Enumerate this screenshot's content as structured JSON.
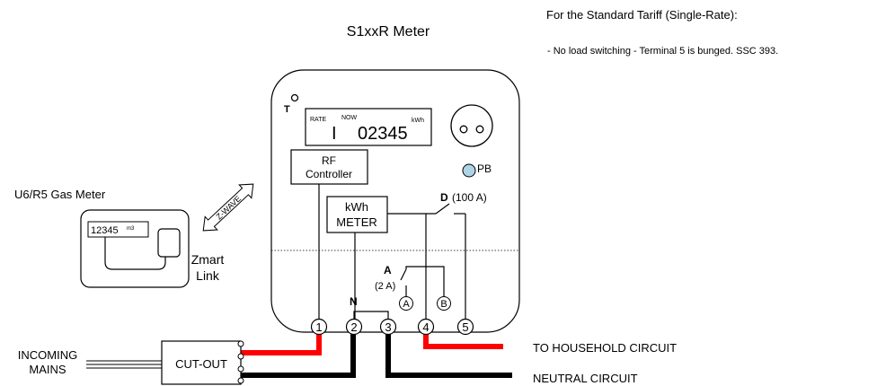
{
  "meter_title": "S1xxR Meter",
  "tariff": {
    "heading": "For the Standard Tariff (Single-Rate):",
    "note": "- No load switching  - Terminal 5 is bunged. SSC 393."
  },
  "display": {
    "rate_label": "RATE",
    "rate_value": "I",
    "now_label": "NOW",
    "reading": "02345",
    "unit": "kWh"
  },
  "temp_symbol": "T",
  "rf_controller": {
    "line1": "RF",
    "line2": "Controller"
  },
  "kwh_meter": {
    "line1": "kWh",
    "line2": "METER"
  },
  "push_button": "PB",
  "switch_d": {
    "letter": "D",
    "rating": "(100 A)"
  },
  "switch_a": {
    "letter": "A",
    "rating": "(2 A)",
    "contact_a": "A",
    "contact_b": "B"
  },
  "neutral_label": "N",
  "terminals": [
    "1",
    "2",
    "3",
    "4",
    "5"
  ],
  "zwave": "Z-WAVE",
  "gas_meter": {
    "title": "U6/R5 Gas Meter",
    "reading": "12345",
    "unit": "m3"
  },
  "zmart_link": {
    "line1": "Zmart",
    "line2": "Link"
  },
  "incoming": {
    "line1": "INCOMING",
    "line2": "MAINS"
  },
  "cutout": "CUT-OUT",
  "outputs": {
    "household": "TO HOUSEHOLD CIRCUIT",
    "neutral": "NEUTRAL CIRCUIT"
  },
  "colors": {
    "live": "#ff0000",
    "neutral": "#000000",
    "pb_fill": "#aed4e6"
  }
}
